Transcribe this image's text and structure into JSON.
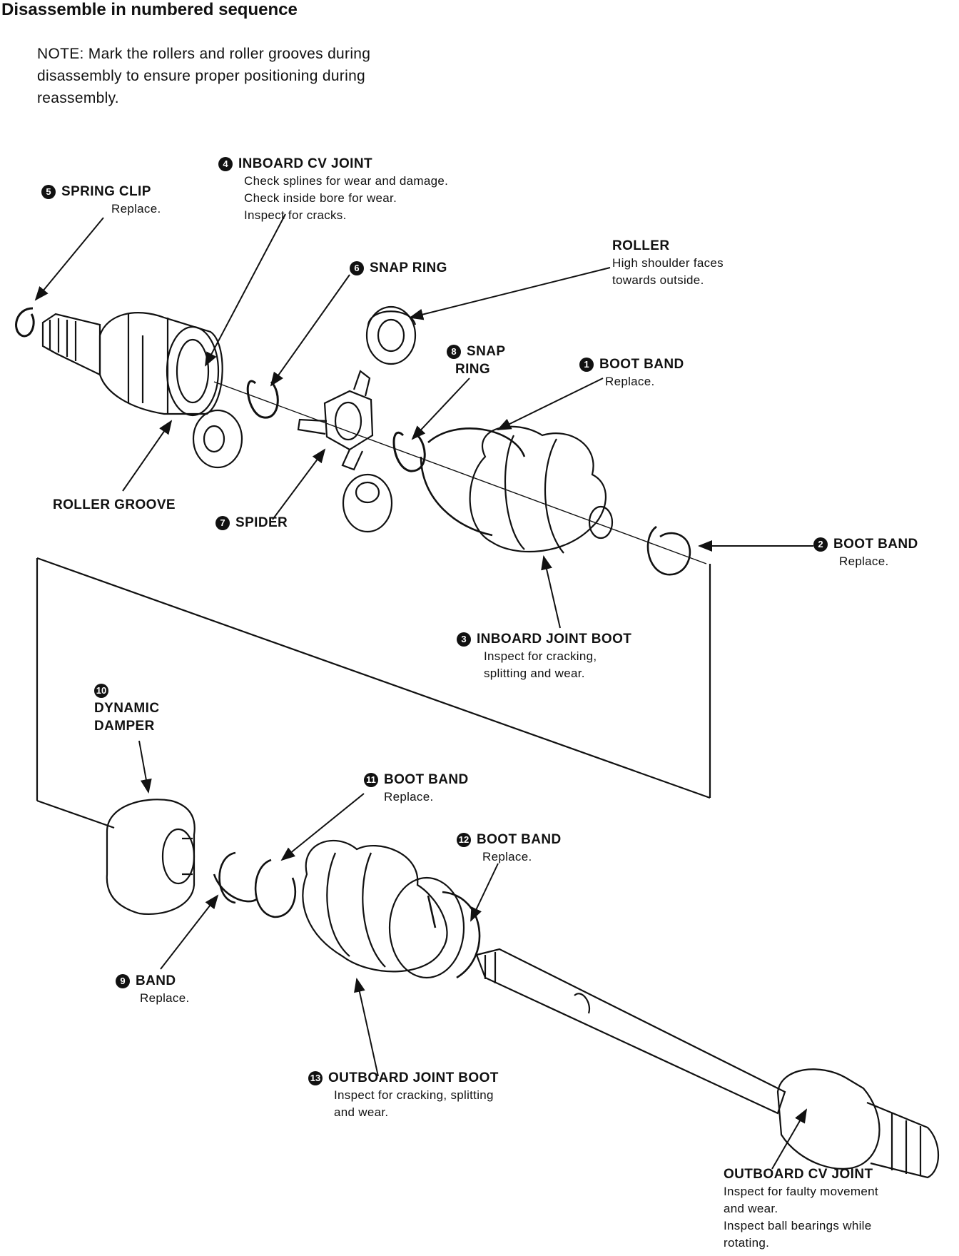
{
  "title": "Disassemble in numbered sequence",
  "note": [
    "NOTE:  Mark the rollers and roller grooves during",
    "disassembly to ensure proper positioning during",
    "reassembly."
  ],
  "labels": {
    "spring_clip": {
      "num": "5",
      "heading": "SPRING CLIP",
      "desc": [
        "Replace."
      ]
    },
    "inboard_cv_joint": {
      "num": "4",
      "heading": "INBOARD CV JOINT",
      "desc": [
        "Check splines for wear and damage.",
        "Check inside bore for wear.",
        "Inspect for cracks."
      ]
    },
    "snap_ring_6": {
      "num": "6",
      "heading": "SNAP RING",
      "desc": []
    },
    "roller": {
      "heading": "ROLLER",
      "desc": [
        "High shoulder faces",
        "towards outside."
      ]
    },
    "snap_ring_8": {
      "num": "8",
      "heading": [
        "SNAP",
        "RING"
      ],
      "desc": []
    },
    "boot_band_1": {
      "num": "1",
      "heading": "BOOT BAND",
      "desc": [
        "Replace."
      ]
    },
    "roller_groove": {
      "heading": "ROLLER GROOVE",
      "desc": []
    },
    "spider": {
      "num": "7",
      "heading": "SPIDER",
      "desc": []
    },
    "boot_band_2": {
      "num": "2",
      "heading": "BOOT BAND",
      "desc": [
        "Replace."
      ]
    },
    "inboard_joint_boot": {
      "num": "3",
      "heading": "INBOARD JOINT BOOT",
      "desc": [
        "Inspect for cracking,",
        "splitting and wear."
      ]
    },
    "dynamic_damper": {
      "num": "10",
      "heading": [
        "DYNAMIC",
        "DAMPER"
      ],
      "desc": []
    },
    "boot_band_11": {
      "num": "11",
      "heading": "BOOT BAND",
      "desc": [
        "Replace."
      ]
    },
    "boot_band_12": {
      "num": "12",
      "heading": "BOOT BAND",
      "desc": [
        "Replace."
      ]
    },
    "band_9": {
      "num": "9",
      "heading": "BAND",
      "desc": [
        "Replace."
      ]
    },
    "outboard_joint_boot": {
      "num": "13",
      "heading": "OUTBOARD JOINT BOOT",
      "desc": [
        "Inspect for cracking, splitting",
        "and wear."
      ]
    },
    "outboard_cv_joint": {
      "heading": "OUTBOARD CV JOINT",
      "desc": [
        "Inspect for faulty movement",
        "and wear.",
        "Inspect ball bearings while",
        "rotating."
      ]
    }
  }
}
